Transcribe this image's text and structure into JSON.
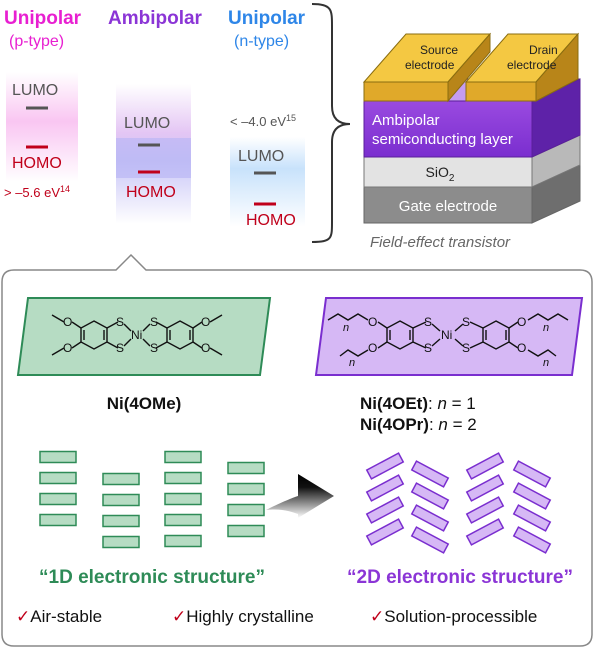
{
  "energy": {
    "p_type": {
      "title": "Unipolar",
      "subtitle": "(p-type)",
      "lumo": "LUMO",
      "homo": "HOMO",
      "value": "> –5.6 eV",
      "ref": "14",
      "color": "#e81fd1"
    },
    "ambipolar": {
      "title": "Ambipolar",
      "lumo": "LUMO",
      "homo": "HOMO",
      "color": "#8b35d6"
    },
    "n_type": {
      "title": "Unipolar",
      "subtitle": "(n-type)",
      "lumo": "LUMO",
      "homo": "HOMO",
      "value": "< –4.0 eV",
      "ref": "15",
      "color": "#2e86e8"
    },
    "lumo_color": "#555555",
    "homo_color": "#c0001a"
  },
  "transistor": {
    "source": [
      "Source",
      "electrode"
    ],
    "drain": [
      "Drain",
      "electrode"
    ],
    "semi": [
      "Ambipolar",
      "semiconducting layer"
    ],
    "sio2": "SiO",
    "sio2_sub": "2",
    "gate": "Gate electrode",
    "caption": "Field-effect transistor"
  },
  "molecules": {
    "left_name": "Ni(4OMe)",
    "right_name1": "Ni(4OEt)",
    "right_n1": "1",
    "right_name2": "Ni(4OPr)",
    "right_n2": "2",
    "n_label": "n",
    "equals": " = ",
    "colon": ": "
  },
  "packing": {
    "left_caption": "“1D electronic structure”",
    "right_caption": "“2D electronic structure”",
    "left_color": "#2e8b57",
    "right_color": "#8b35d6"
  },
  "features": {
    "check": "✓",
    "items": [
      "Air-stable",
      "Highly crystalline",
      "Solution-processible"
    ],
    "check_color": "#c0001a"
  }
}
